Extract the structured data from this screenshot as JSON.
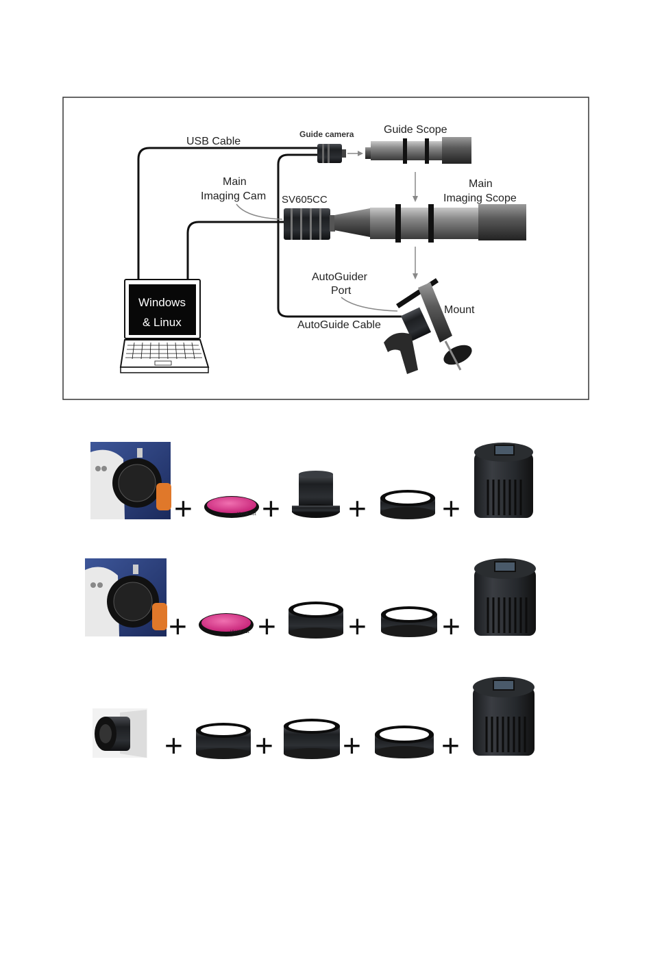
{
  "labels": {
    "usb_cable": "USB Cable",
    "guide_camera": "Guide camera",
    "guide_scope": "Guide Scope",
    "main_imaging_cam_1": "Main",
    "main_imaging_cam_2": "Imaging Cam",
    "model": "SV605CC",
    "main_imaging_scope_1": "Main",
    "main_imaging_scope_2": "Imaging Scope",
    "autoguider_port_1": "AutoGuider",
    "autoguider_port_2": "Port",
    "mount": "Mount",
    "autoguide_cable": "AutoGuide Cable",
    "os_1": "Windows",
    "os_2": "& Linux"
  },
  "filter_text": "UV/IR cut",
  "plus": "+",
  "colors": {
    "filter_glass": "#e0438f",
    "camera_body": "#2a2d30",
    "background_blue": "#2a3f7a",
    "focuser_orange": "#e0782a"
  }
}
